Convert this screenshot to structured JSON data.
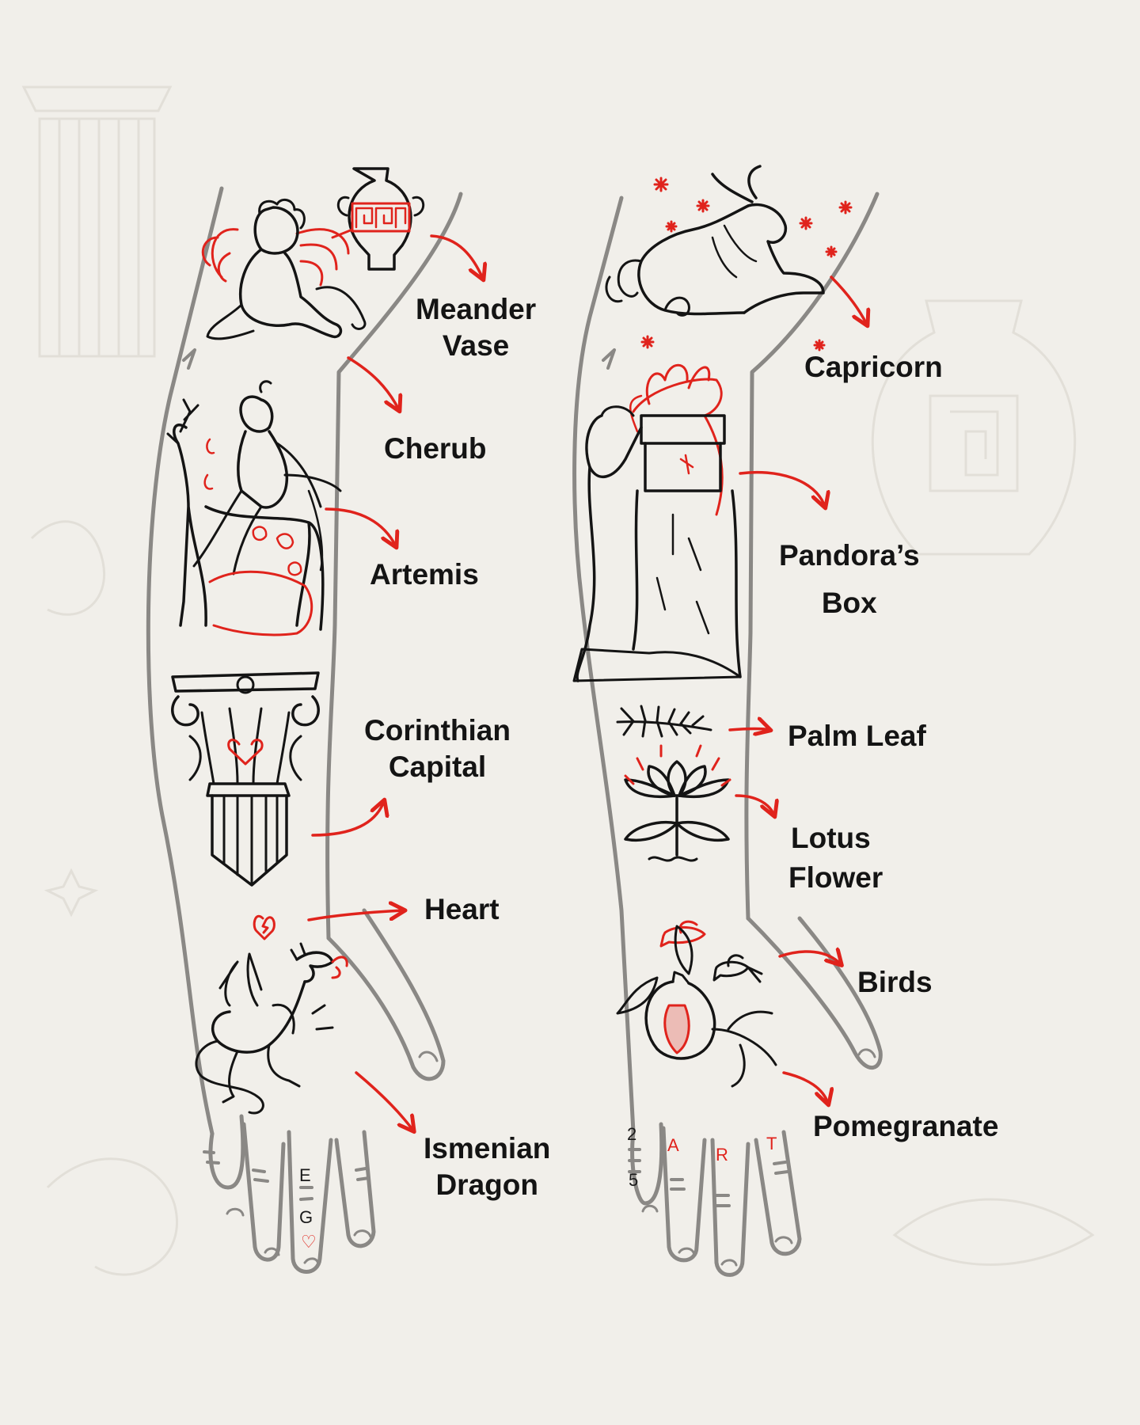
{
  "labels": {
    "meander_vase": [
      "Meander",
      "Vase"
    ],
    "cherub": [
      "Cherub"
    ],
    "artemis": [
      "Artemis"
    ],
    "corinthian_capital": [
      "Corinthian",
      "Capital"
    ],
    "heart": [
      "Heart"
    ],
    "ismenian_dragon": [
      "Ismenian",
      "Dragon"
    ],
    "capricorn": [
      "Capricorn"
    ],
    "pandoras_box": [
      "Pandora’s",
      "Box"
    ],
    "palm_leaf": [
      "Palm Leaf"
    ],
    "lotus_flower": [
      "Lotus",
      "Flower"
    ],
    "birds": [
      "Birds"
    ],
    "pomegranate": [
      "Pomegranate"
    ]
  },
  "knuckles": {
    "left_e": "E",
    "left_g": "G",
    "right_2": "2",
    "right_5": "5",
    "right_a": "A",
    "right_r": "R",
    "right_t": "T"
  },
  "colors": {
    "background": "#f1efea",
    "outline": "#8a8885",
    "ink": "#141414",
    "accent": "#e0231c",
    "watermark": "#e2dfd8"
  }
}
